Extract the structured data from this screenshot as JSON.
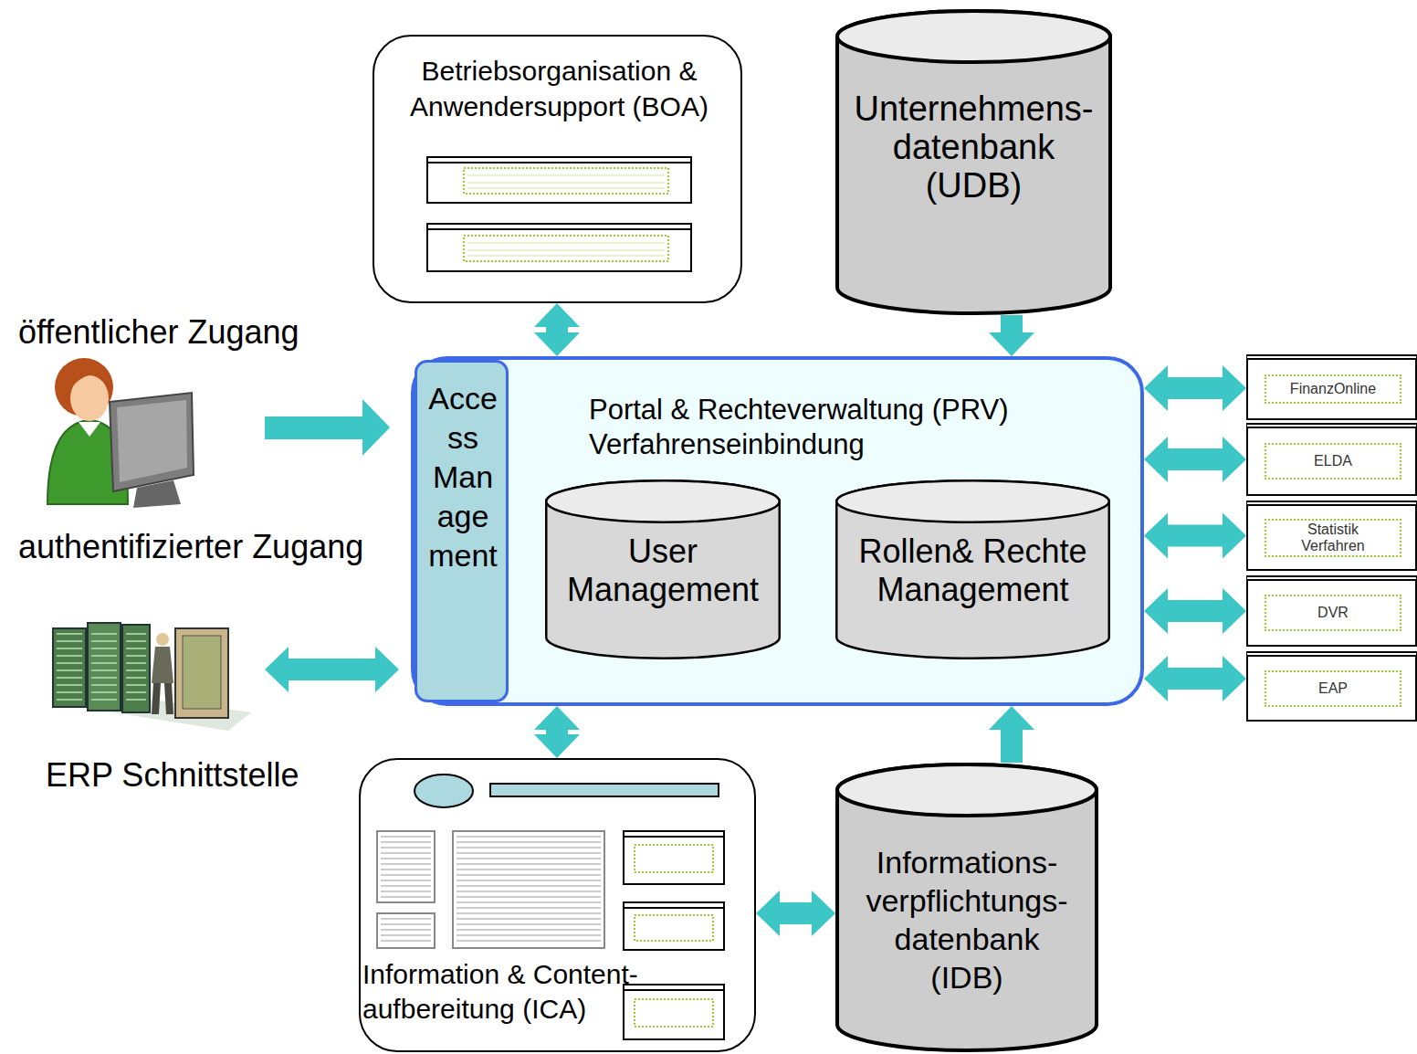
{
  "diagram": {
    "nodes": [
      {
        "text": [
          "Betriebsorganisation & Anwendersupport (BOA)"
        ]
      },
      {
        "text": [
          "Unternehmens- datenbank (UDB)"
        ]
      },
      {
        "text": [
          "Portal & Rechteverwaltung (PRV) Verfahrenseinbindung"
        ]
      },
      {
        "text": [
          "Acce ss Man age ment"
        ],
        "in": 2
      },
      {
        "text": [
          "User Management"
        ],
        "in": 2
      },
      {
        "text": [
          "Rollen& Rechte Management"
        ],
        "in": 2
      },
      {
        "text": [
          "FinanzOnline"
        ]
      },
      {
        "text": [
          "ELDA"
        ]
      },
      {
        "text": [
          "Statistik Verfahren"
        ]
      },
      {
        "text": [
          "DVR"
        ]
      },
      {
        "text": [
          "EAP"
        ]
      },
      {
        "text": [
          "Information & Content- aufbereitung (ICA)"
        ]
      },
      {
        "text": [
          "Informations- verpflichtungs- datenbank (IDB)"
        ]
      }
    ],
    "edges": [
      {
        "from": 0,
        "to": 2,
        "arrow": "both"
      },
      {
        "from": 1,
        "to": 2,
        "arrow": "to"
      },
      {
        "from": 2,
        "to": 6,
        "arrow": "both"
      },
      {
        "from": 2,
        "to": 7,
        "arrow": "both"
      },
      {
        "from": 2,
        "to": 8,
        "arrow": "both"
      },
      {
        "from": 2,
        "to": 9,
        "arrow": "both"
      },
      {
        "from": 2,
        "to": 10,
        "arrow": "both"
      },
      {
        "from": 11,
        "to": 2,
        "arrow": "both"
      },
      {
        "from": 12,
        "to": 2,
        "arrow": "to"
      },
      {
        "from": 11,
        "to": 12,
        "arrow": "both"
      }
    ],
    "labels": [
      "öffentlicher Zugang",
      "authentifizierter Zugang",
      "ERP Schnittstelle"
    ]
  }
}
